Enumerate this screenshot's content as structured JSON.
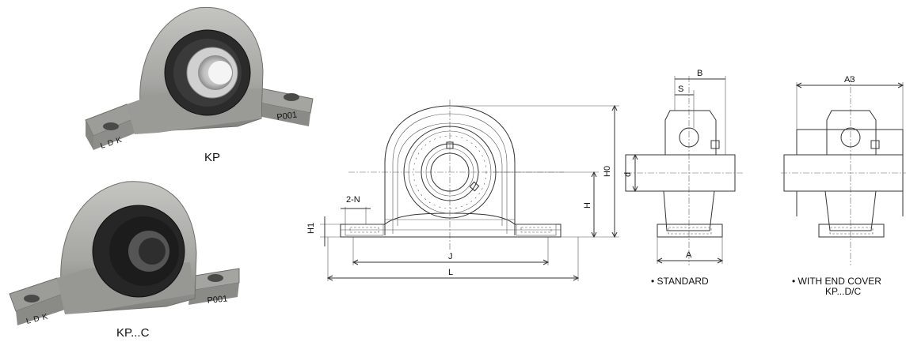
{
  "photos": {
    "kp_label": "KP",
    "kpc_label": "KP...C",
    "cast_mark_1": "P001",
    "cast_mark_2": "P001",
    "cast_logo_1": "LDK",
    "cast_logo_2": "LDK"
  },
  "front_view": {
    "dim_2n": "2-N",
    "dim_h1": "H1",
    "dim_j": "J",
    "dim_l": "L",
    "dim_h": "H",
    "dim_h0": "H0"
  },
  "standard_view": {
    "dim_b": "B",
    "dim_s": "S",
    "dim_d": "d",
    "dim_a": "A",
    "caption": "• STANDARD"
  },
  "cover_view": {
    "dim_a3": "A3",
    "caption_line1": "• WITH END COVER",
    "caption_line2": "KP...D/C"
  },
  "colors": {
    "casting": "#a9a9a6",
    "casting_dark": "#7d7d7a",
    "seal": "#2a2a2a",
    "ring": "#c8c8c8"
  }
}
